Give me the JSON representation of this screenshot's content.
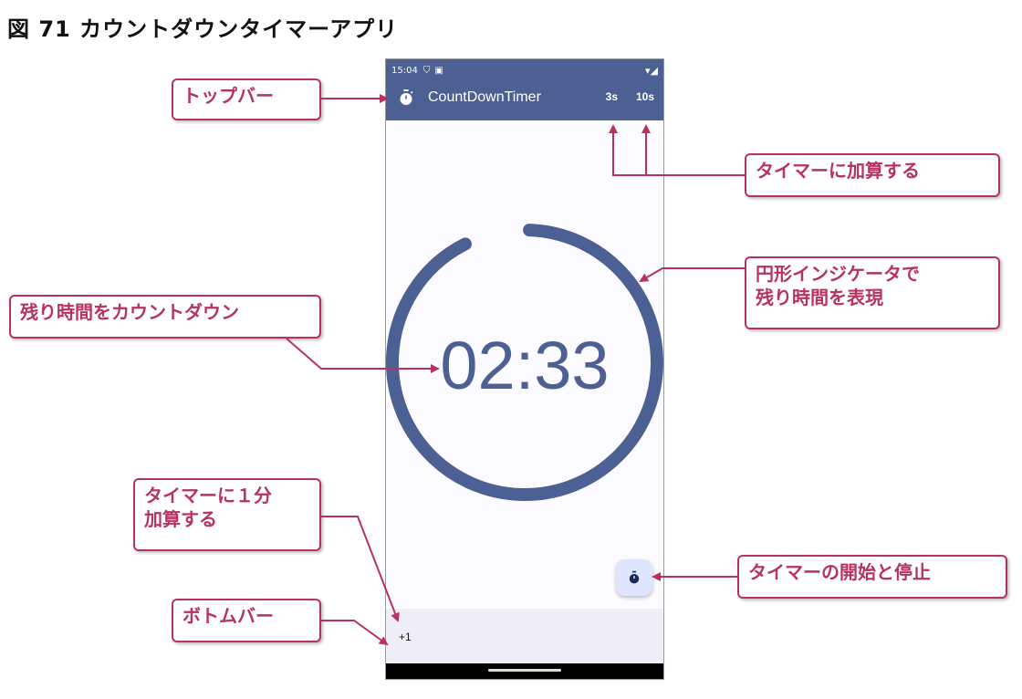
{
  "figure": {
    "title": "図 71 カウントダウンタイマーアプリ"
  },
  "status_bar": {
    "time": "15:04"
  },
  "app_bar": {
    "title": "CountDownTimer",
    "actions": [
      "3s",
      "10s"
    ]
  },
  "timer": {
    "display": "02:33",
    "progress": 0.92
  },
  "bottom_bar": {
    "add_minute_label": "+1"
  },
  "callouts": {
    "top_bar": "トップバー",
    "add_to_timer": "タイマーに加算する",
    "circular_indicator_l1": "円形インジケータで",
    "circular_indicator_l2": "残り時間を表現",
    "countdown": "残り時間をカウントダウン",
    "add_one_minute_l1": "タイマーに１分",
    "add_one_minute_l2": "加算する",
    "start_stop": "タイマーの開始と停止",
    "bottom_bar": "ボトムバー"
  },
  "colors": {
    "primary": "#4d6094",
    "callout": "#b83260",
    "fab": "#dfe5ff",
    "bottom_bar": "#efedf6"
  }
}
